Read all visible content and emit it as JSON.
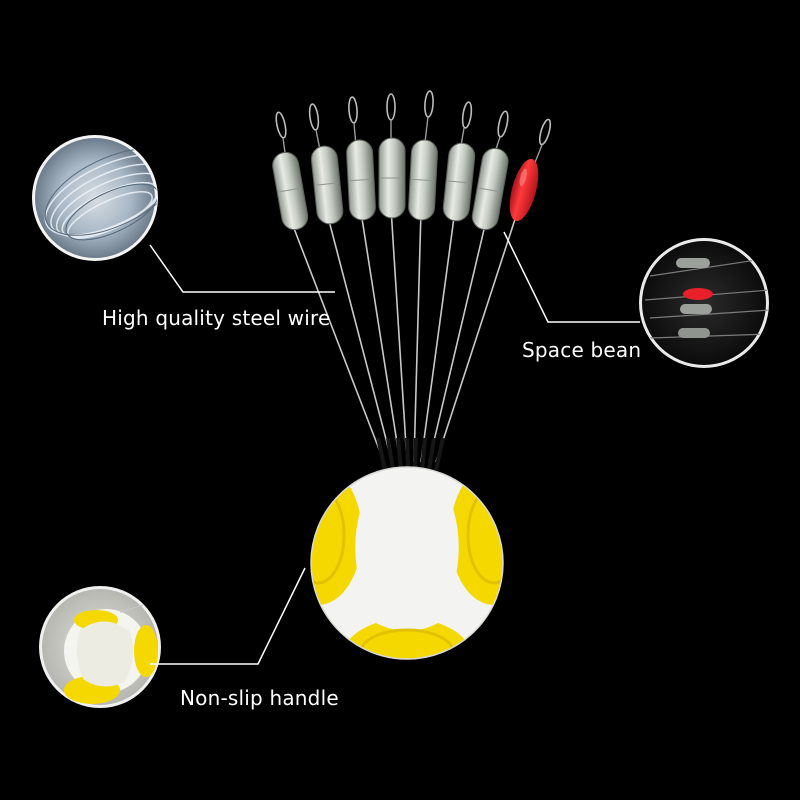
{
  "labels": {
    "steel_wire": "High quality steel wire",
    "space_bean": "Space bean",
    "handle": "Non-slip handle"
  },
  "colors": {
    "background": "#000000",
    "handle_yellow": "#f5d800",
    "bean_red": "#e8202a",
    "callout_line": "#ffffff"
  },
  "product": {
    "clear_float_count": 7,
    "red_float_count": 1
  }
}
